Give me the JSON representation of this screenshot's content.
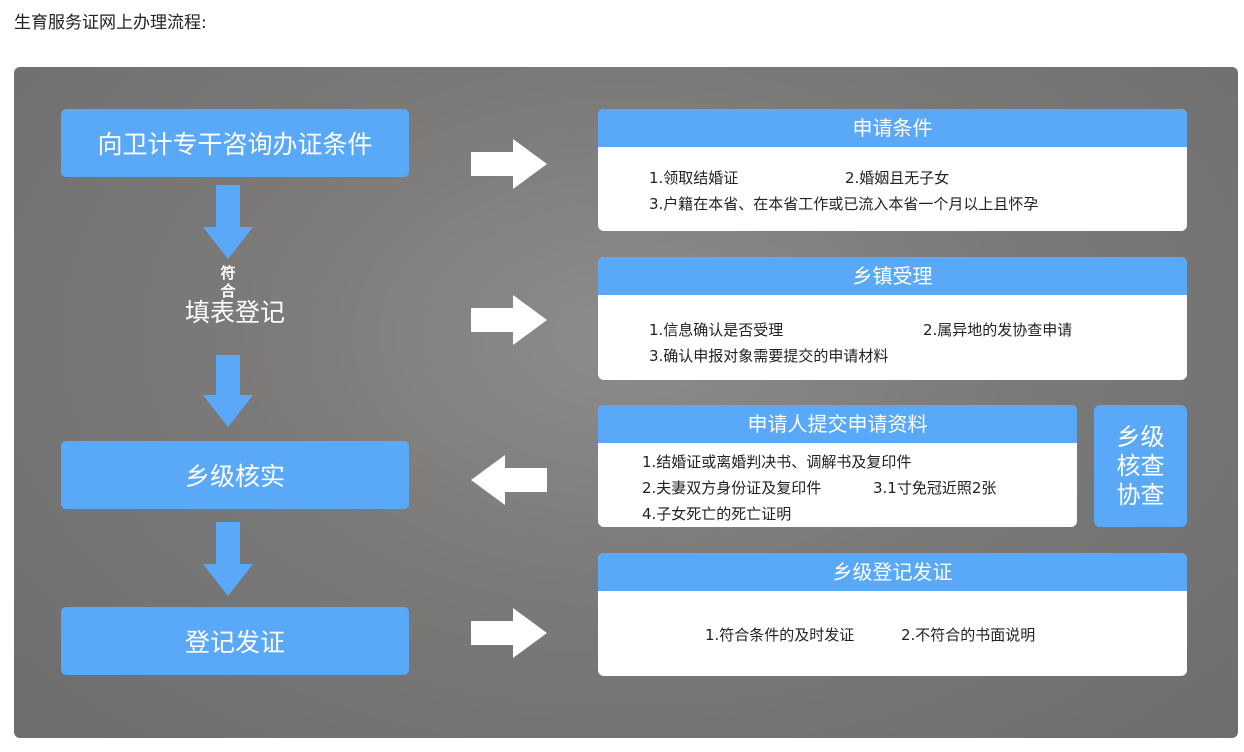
{
  "page_title": "生育服务证网上办理流程:",
  "left": {
    "step1": "向卫计专干咨询办证条件",
    "arrow_label": "符合",
    "step2": "填表登记",
    "step3": "乡级核实",
    "step4": "登记发证"
  },
  "cards": [
    {
      "title": "申请条件",
      "lines": [
        "1.领取结婚证",
        "2.婚姻且无子女",
        "3.户籍在本省、在本省工作或已流入本省一个月以上且怀孕"
      ]
    },
    {
      "title": "乡镇受理",
      "lines": [
        "1.信息确认是否受理",
        "2.属异地的发协查申请",
        "3.确认申报对象需要提交的申请材料"
      ]
    },
    {
      "title": "申请人提交申请资料",
      "lines": [
        "1.结婚证或离婚判决书、调解书及复印件",
        "2.夫妻双方身份证及复印件",
        "3.1寸免冠近照2张",
        "4.子女死亡的死亡证明"
      ]
    },
    {
      "title": "乡级登记发证",
      "lines": [
        "1.符合条件的及时发证",
        "2.不符合的书面说明"
      ]
    }
  ],
  "side_box": {
    "lines": [
      "乡级",
      "核查",
      "协查"
    ]
  },
  "colors": {
    "accent": "#5aa9f8"
  }
}
